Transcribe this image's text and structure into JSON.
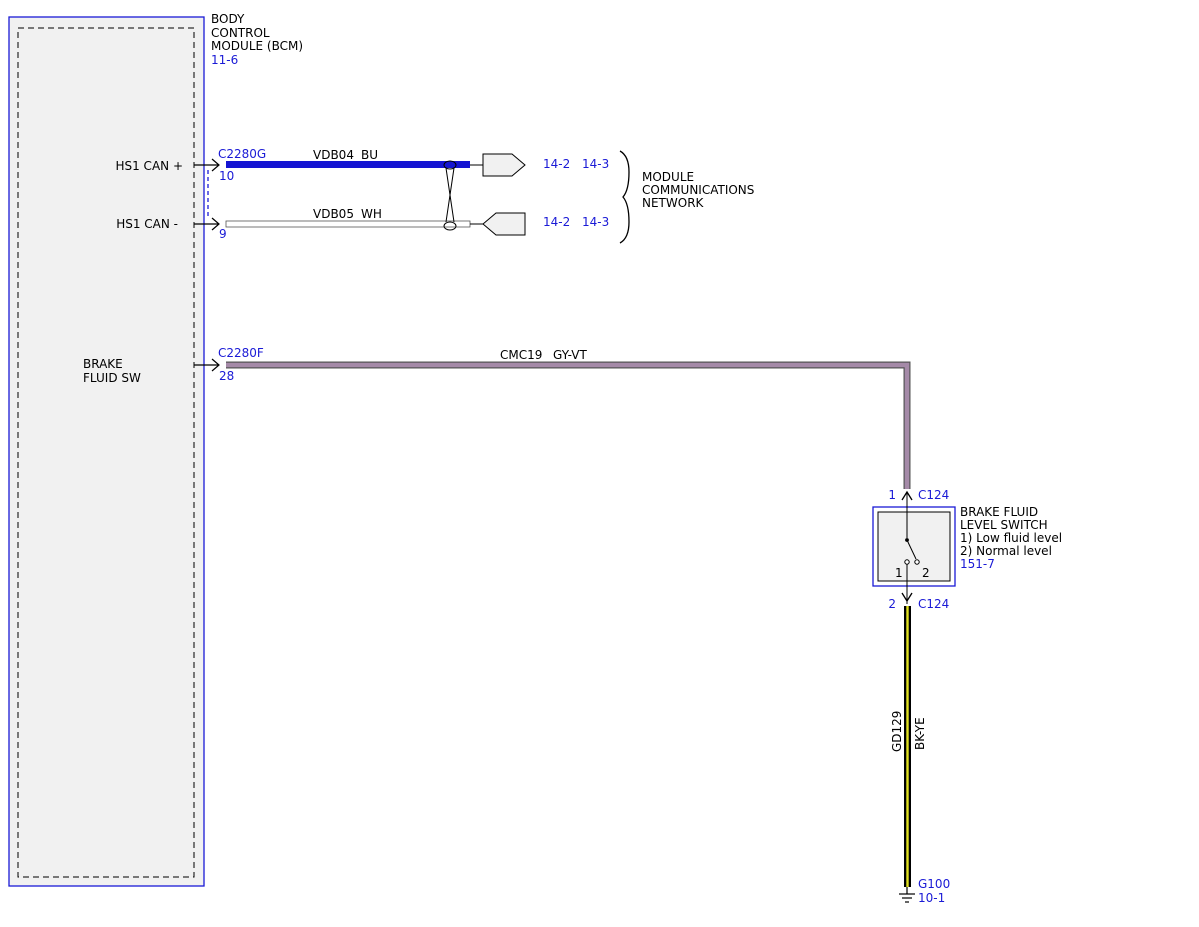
{
  "bcm": {
    "title_line1": "BODY",
    "title_line2": "CONTROL",
    "title_line3": "MODULE (BCM)",
    "ref": "11-6",
    "pin_hs1_can_plus": "HS1 CAN +",
    "pin_hs1_can_minus": "HS1 CAN -",
    "pin_brake_line1": "BRAKE",
    "pin_brake_line2": "FLUID SW"
  },
  "connectors": {
    "c2280g": "C2280G",
    "c2280g_pin10": "10",
    "c2280g_pin9": "9",
    "c2280f": "C2280F",
    "c2280f_pin28": "28",
    "c124_top": "C124",
    "c124_top_pin": "1",
    "c124_bottom": "C124",
    "c124_bottom_pin": "2"
  },
  "wires": {
    "vdb04_circuit": "VDB04",
    "vdb04_color": "BU",
    "vdb05_circuit": "VDB05",
    "vdb05_color": "WH",
    "cmc19_circuit": "CMC19",
    "cmc19_color": "GY-VT",
    "gd129_circuit": "GD129",
    "gd129_color": "BK-YE"
  },
  "network": {
    "ref_a1": "14-2",
    "ref_a2": "14-3",
    "ref_b1": "14-2",
    "ref_b2": "14-3",
    "line1": "MODULE",
    "line2": "COMMUNICATIONS",
    "line3": "NETWORK"
  },
  "switch": {
    "line1": "BRAKE FLUID",
    "line2": "LEVEL SWITCH",
    "line3": "1) Low fluid level",
    "line4": "2) Normal level",
    "ref": "151-7",
    "pos1": "1",
    "pos2": "2"
  },
  "ground": {
    "name": "G100",
    "ref": "10-1"
  },
  "colors": {
    "link_blue": "#1a1ad6",
    "wire_bu": "#1414d2",
    "wire_gy_vt": "#a58aa8",
    "wire_bk_ye": "#e0e020",
    "module_fill": "#f1f1f1"
  }
}
